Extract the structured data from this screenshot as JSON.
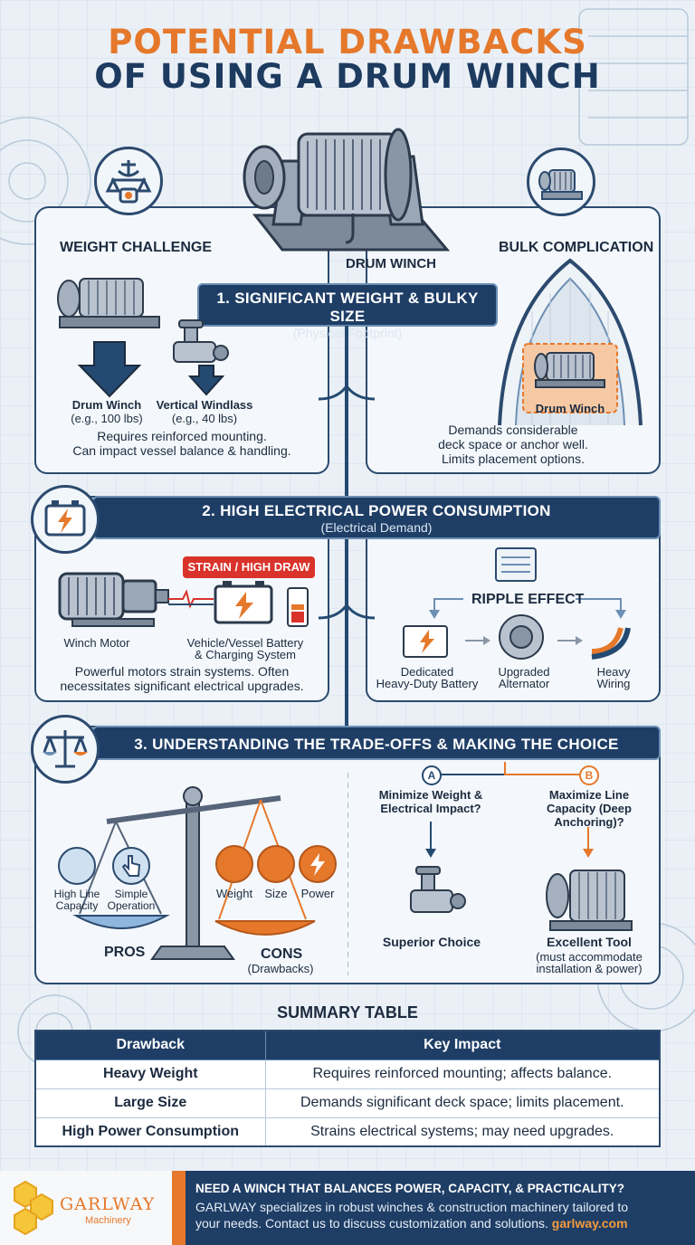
{
  "title": {
    "line1": "POTENTIAL DRAWBACKS",
    "line2": "OF USING A DRUM WINCH"
  },
  "hero": {
    "label": "DRUM WINCH"
  },
  "section1": {
    "heading": "1. SIGNIFICANT WEIGHT & BULKY SIZE",
    "subheading": "(Physical Footprint)",
    "weight": {
      "title": "WEIGHT CHALLENGE",
      "item1_name": "Drum Winch",
      "item1_weight": "(e.g., 100 lbs)",
      "item2_name": "Vertical Windlass",
      "item2_weight": "(e.g., 40 lbs)",
      "desc_line1": "Requires reinforced mounting.",
      "desc_line2": "Can impact vessel balance & handling."
    },
    "bulk": {
      "title": "BULK COMPLICATION",
      "deck_label": "Drum Winch",
      "desc_line1": "Demands considerable",
      "desc_line2": "deck space or anchor well.",
      "desc_line3": "Limits placement options."
    }
  },
  "section2": {
    "heading": "2. HIGH ELECTRICAL POWER CONSUMPTION",
    "subheading": "(Electrical Demand)",
    "strain_badge": "STRAIN / HIGH DRAW",
    "motor_label": "Winch Motor",
    "battery_label_line1": "Vehicle/Vessel Battery",
    "battery_label_line2": "& Charging System",
    "desc_line1": "Powerful motors strain systems. Often",
    "desc_line2": "necessitates significant electrical upgrades.",
    "ripple_title": "RIPPLE EFFECT",
    "ripple_items": [
      {
        "line1": "Dedicated",
        "line2": "Heavy-Duty Battery"
      },
      {
        "line1": "Upgraded",
        "line2": "Alternator"
      },
      {
        "line1": "Heavy",
        "line2": "Wiring"
      }
    ]
  },
  "section3": {
    "heading": "3. UNDERSTANDING THE TRADE-OFFS & MAKING THE CHOICE",
    "pros": [
      {
        "line1": "High Line",
        "line2": "Capacity"
      },
      {
        "line1": "Simple",
        "line2": "Operation"
      }
    ],
    "pros_label": "PROS",
    "cons": [
      "Weight",
      "Size",
      "Power"
    ],
    "cons_label": "CONS",
    "cons_sub": "(Drawbacks)",
    "option_a": {
      "badge": "A",
      "question_line1": "Minimize Weight &",
      "question_line2": "Electrical Impact?",
      "result": "Superior Choice"
    },
    "option_b": {
      "badge": "B",
      "question_line1": "Maximize Line",
      "question_line2": "Capacity (Deep",
      "question_line3": "Anchoring)?",
      "result": "Excellent Tool",
      "note_line1": "(must accommodate",
      "note_line2": "installation & power)"
    }
  },
  "summary": {
    "title": "SUMMARY TABLE",
    "headers": [
      "Drawback",
      "Key Impact"
    ],
    "rows": [
      [
        "Heavy Weight",
        "Requires reinforced mounting; affects balance."
      ],
      [
        "Large Size",
        "Demands significant deck space; limits placement."
      ],
      [
        "High Power Consumption",
        "Strains electrical systems; may need upgrades."
      ]
    ]
  },
  "footer": {
    "logo_name": "GARLWAY",
    "logo_sub": "Machinery",
    "headline": "NEED A WINCH THAT BALANCES POWER, CAPACITY, & PRACTICALITY?",
    "body_line1": "GARLWAY specializes in robust winches & construction machinery tailored to",
    "body_line2": "your needs. Contact us to discuss customization and solutions.",
    "link": "garlway.com"
  },
  "colors": {
    "navy": "#1f3e66",
    "orange": "#e5782b",
    "red": "#d9332b",
    "background": "#eaf0f6"
  },
  "icons": [
    "anchor-scale-icon",
    "battery-bolt-icon",
    "balance-scale-icon",
    "winch-icon",
    "windlass-icon",
    "alternator-icon",
    "wiring-icon",
    "weight-icon",
    "expand-icon",
    "lightning-icon",
    "hand-pointer-icon",
    "drum-icon"
  ]
}
